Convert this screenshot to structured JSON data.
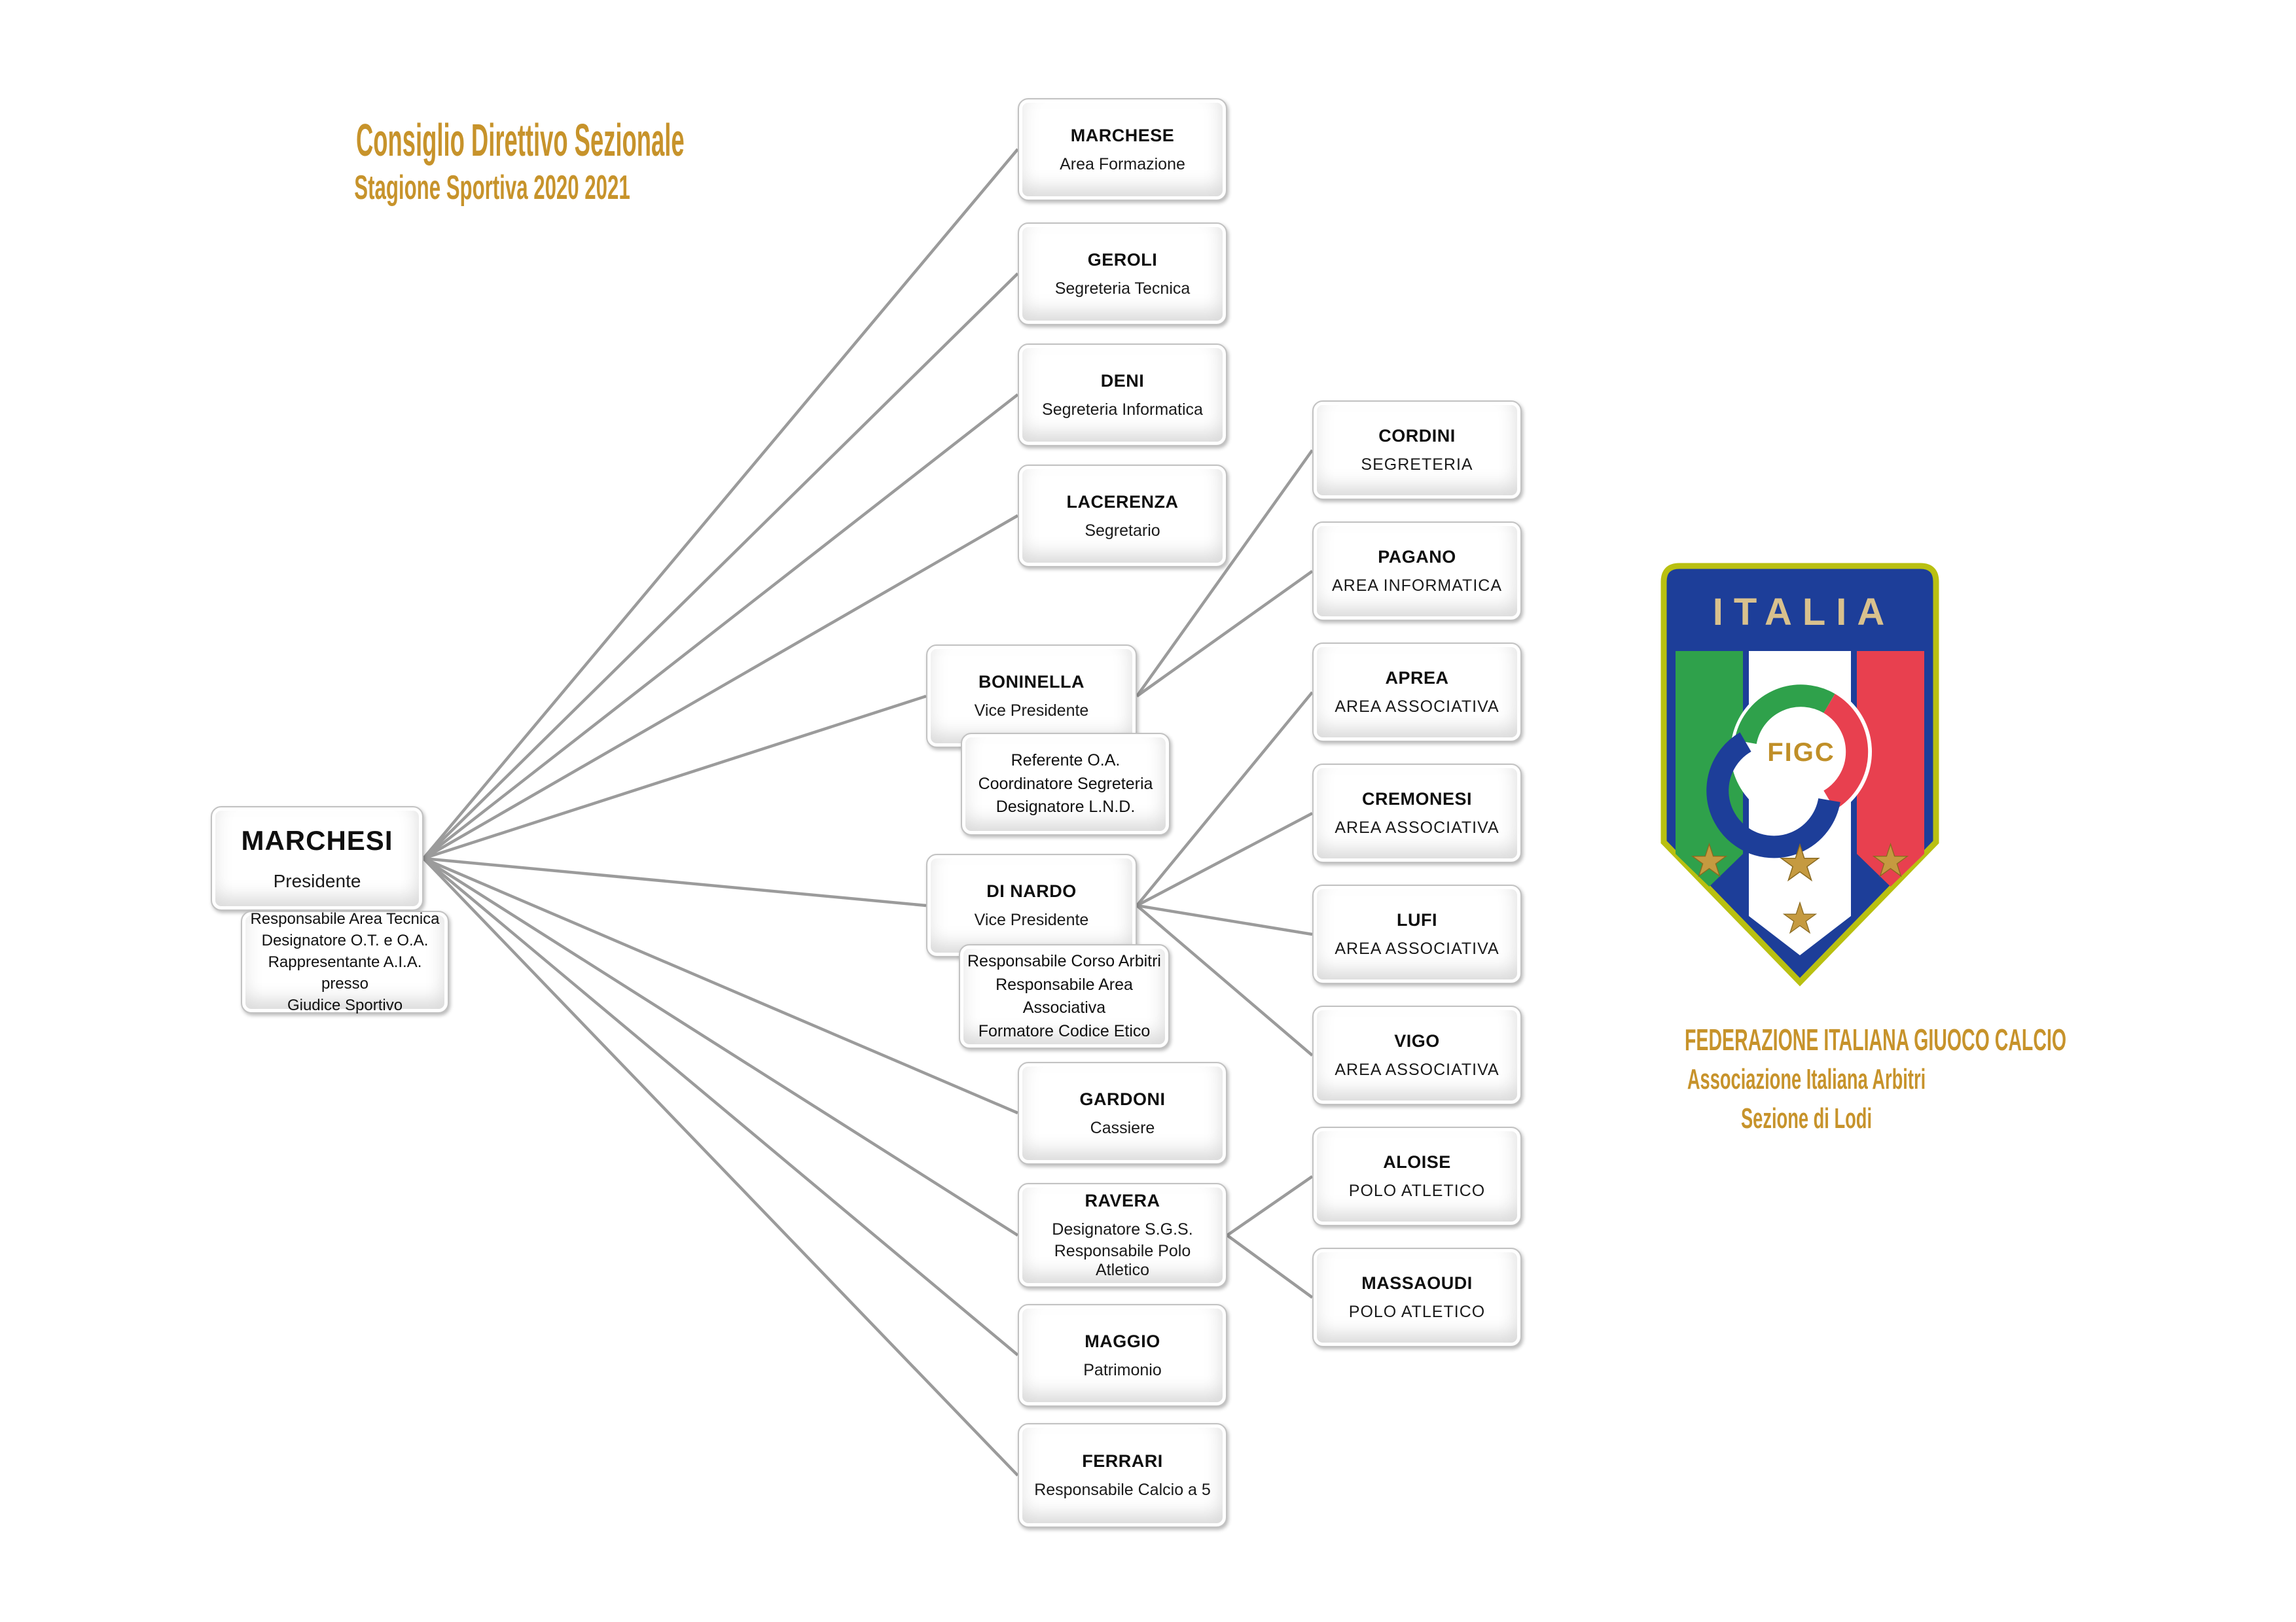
{
  "title": {
    "line1": "Consiglio Direttivo Sezionale",
    "line2": "Stagione Sportiva 2020 2021"
  },
  "president": {
    "name": "MARCHESI",
    "role": "Presidente",
    "extra": [
      "Responsabile Area Tecnica",
      "Designatore O.T. e O.A.",
      "Rappresentante A.I.A. presso",
      "Giudice Sportivo"
    ]
  },
  "level1": [
    {
      "name": "MARCHESE",
      "roles": [
        "Area Formazione"
      ]
    },
    {
      "name": "GEROLI",
      "roles": [
        "Segreteria Tecnica"
      ]
    },
    {
      "name": "DENI",
      "roles": [
        "Segreteria Informatica"
      ]
    },
    {
      "name": "LACERENZA",
      "roles": [
        "Segretario"
      ]
    },
    {
      "name": "BONINELLA",
      "roles": [
        "Vice Presidente"
      ],
      "extra": [
        "Referente O.A.",
        "Coordinatore Segreteria",
        "Designatore L.N.D."
      ]
    },
    {
      "name": "DI NARDO",
      "roles": [
        "Vice Presidente"
      ],
      "extra": [
        "Responsabile Corso Arbitri",
        "Responsabile Area Associativa",
        "Formatore Codice Etico"
      ]
    },
    {
      "name": "GARDONI",
      "roles": [
        "Cassiere"
      ]
    },
    {
      "name": "RAVERA",
      "roles": [
        "Designatore S.G.S.",
        "Responsabile Polo Atletico"
      ]
    },
    {
      "name": "MAGGIO",
      "roles": [
        "Patrimonio"
      ]
    },
    {
      "name": "FERRARI",
      "roles": [
        "Responsabile Calcio a 5"
      ]
    }
  ],
  "level2": [
    {
      "name": "CORDINI",
      "roles": [
        "SEGRETERIA"
      ],
      "parent": "BONINELLA"
    },
    {
      "name": "PAGANO",
      "roles": [
        "AREA INFORMATICA"
      ],
      "parent": "BONINELLA"
    },
    {
      "name": "APREA",
      "roles": [
        "AREA ASSOCIATIVA"
      ],
      "parent": "DI NARDO"
    },
    {
      "name": "CREMONESI",
      "roles": [
        "AREA ASSOCIATIVA"
      ],
      "parent": "DI NARDO"
    },
    {
      "name": "LUFI",
      "roles": [
        "AREA ASSOCIATIVA"
      ],
      "parent": "DI NARDO"
    },
    {
      "name": "VIGO",
      "roles": [
        "AREA ASSOCIATIVA"
      ],
      "parent": "DI NARDO"
    },
    {
      "name": "ALOISE",
      "roles": [
        "POLO ATLETICO"
      ],
      "parent": "RAVERA"
    },
    {
      "name": "MASSAOUDI",
      "roles": [
        "POLO ATLETICO"
      ],
      "parent": "RAVERA"
    }
  ],
  "logo": {
    "country": "ITALIA",
    "acronym": "FIGC"
  },
  "footer": {
    "line1": "FEDERAZIONE ITALIANA GIUOCO CALCIO",
    "line2": "Associazione Italiana Arbitri",
    "line3": "Sezione di Lodi"
  },
  "colors": {
    "gold_text": "#c7932b",
    "connector_gray": "#9b9b9b",
    "logo_blue": "#1d3e99",
    "logo_green": "#2fa14b",
    "logo_red": "#e8404f",
    "logo_border_olive": "#b9c011",
    "logo_tan": "#d9c18d",
    "logo_star_gold": "#c59a40"
  }
}
